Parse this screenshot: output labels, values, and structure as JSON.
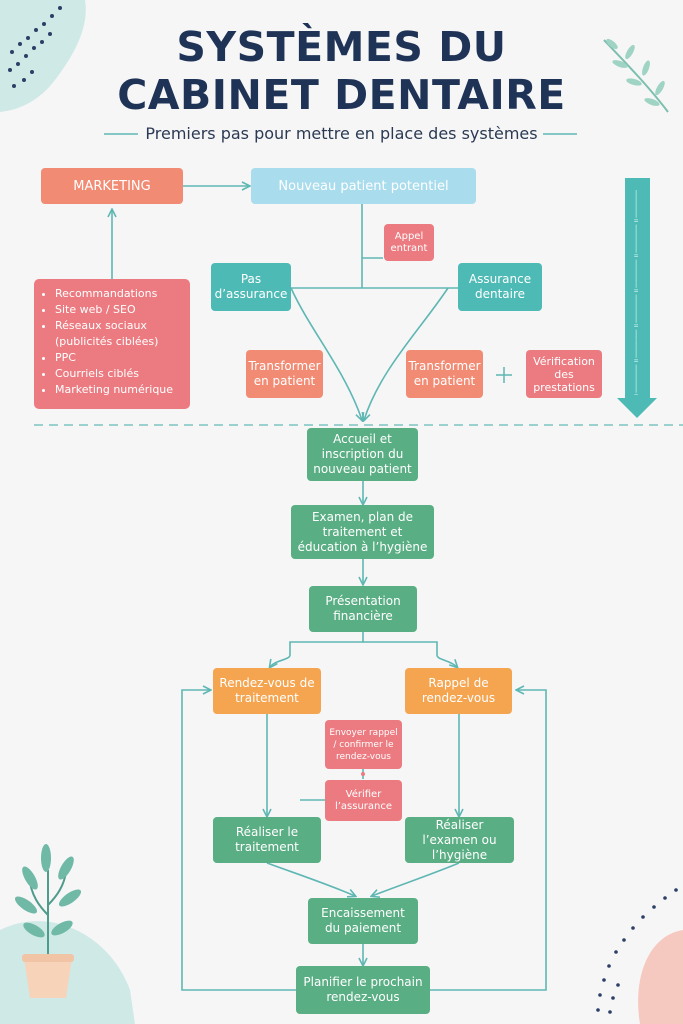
{
  "title_line1": "SYSTÈMES DU",
  "title_line2": "CABINET DENTAIRE",
  "subtitle": "Premiers pas pour mettre en place des systèmes",
  "colors": {
    "title": "#1f3357",
    "teal": "#4dbab6",
    "green": "#5aae84",
    "orange": "#f5a550",
    "salmon": "#f18b74",
    "pink": "#ec7b81",
    "sky": "#a9dced",
    "arrow": "#5fb7b3"
  },
  "nodes": {
    "marketing": "MARKETING",
    "new_patient": "Nouveau patient potentiel",
    "incoming_call": "Appel entrant",
    "no_insurance": "Pas d’assurance",
    "dental_insurance": "Assurance dentaire",
    "convert_left": "Transformer en patient",
    "convert_right": "Transformer en patient",
    "plus": "+",
    "benefits_check": "Vérification des prestations",
    "reception": "Accueil et inscription du nouveau patient",
    "exam": "Examen, plan de traitement et éducation à l’hygiène",
    "financial": "Présentation financière",
    "treatment_appt": "Rendez-vous de traitement",
    "recall_appt": "Rappel de rendez-vous",
    "send_reminder": "Envoyer rappel / confirmer le rendez-vous",
    "check_insurance": "Vérifier l’assurance",
    "do_treatment": "Réaliser le traitement",
    "do_exam": "Réaliser l’examen ou l’hygiène",
    "payment": "Encaissement du paiement",
    "next_appt": "Planifier le prochain rendez-vous"
  },
  "marketing_items": [
    "Recommandations",
    "Site web / SEO",
    "Réseaux sociaux (publicités ciblées)",
    "PPC",
    "Courriels ciblés",
    "Marketing numérique"
  ],
  "vertical_text": "||||=||||=||||=||||=||||=||||=||||=||||=||||=||||=||||=||||=||||=||||=||||=||||=||||=||||=||||="
}
